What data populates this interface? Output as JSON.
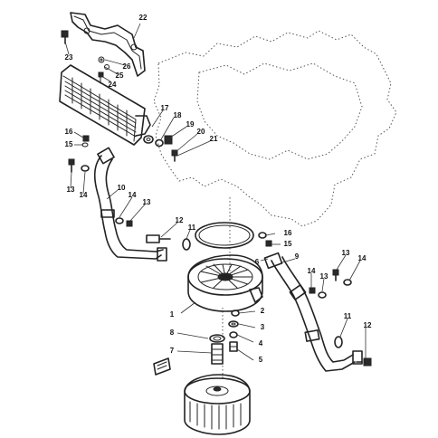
{
  "callouts": [
    {
      "id": "c1",
      "label": "1"
    },
    {
      "id": "c2",
      "label": "2"
    },
    {
      "id": "c3",
      "label": "3"
    },
    {
      "id": "c4",
      "label": "4"
    },
    {
      "id": "c5",
      "label": "5"
    },
    {
      "id": "c6",
      "label": "6"
    },
    {
      "id": "c7",
      "label": "7"
    },
    {
      "id": "c8",
      "label": "8"
    },
    {
      "id": "c9",
      "label": "9"
    },
    {
      "id": "c10",
      "label": "10"
    },
    {
      "id": "c11a",
      "label": "11"
    },
    {
      "id": "c11b",
      "label": "11"
    },
    {
      "id": "c12a",
      "label": "12"
    },
    {
      "id": "c12b",
      "label": "12"
    },
    {
      "id": "c13a",
      "label": "13"
    },
    {
      "id": "c13b",
      "label": "13"
    },
    {
      "id": "c13c",
      "label": "13"
    },
    {
      "id": "c13d",
      "label": "13"
    },
    {
      "id": "c14a",
      "label": "14"
    },
    {
      "id": "c14b",
      "label": "14"
    },
    {
      "id": "c14c",
      "label": "14"
    },
    {
      "id": "c14d",
      "label": "14"
    },
    {
      "id": "c15a",
      "label": "15"
    },
    {
      "id": "c15b",
      "label": "15"
    },
    {
      "id": "c16a",
      "label": "16"
    },
    {
      "id": "c16b",
      "label": "16"
    },
    {
      "id": "c17",
      "label": "17"
    },
    {
      "id": "c18",
      "label": "18"
    },
    {
      "id": "c19",
      "label": "19"
    },
    {
      "id": "c20",
      "label": "20"
    },
    {
      "id": "c21",
      "label": "21"
    },
    {
      "id": "c22",
      "label": "22"
    },
    {
      "id": "c23",
      "label": "23"
    },
    {
      "id": "c24",
      "label": "24"
    },
    {
      "id": "c25",
      "label": "25"
    },
    {
      "id": "c26",
      "label": "26"
    }
  ]
}
